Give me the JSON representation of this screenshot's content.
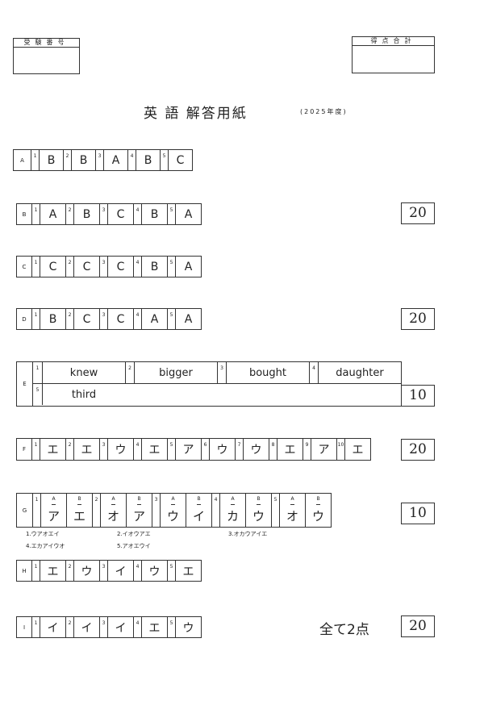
{
  "header": {
    "exam_number_label": "受験番号",
    "total_score_label": "得点合計",
    "title": "英 語 解答用紙",
    "year": "(2025年度)"
  },
  "sections": [
    {
      "label": "A",
      "answers": [
        "B",
        "B",
        "A",
        "B",
        "C"
      ]
    },
    {
      "label": "B",
      "answers": [
        "A",
        "B",
        "C",
        "B",
        "A"
      ]
    },
    {
      "label": "C",
      "answers": [
        "C",
        "C",
        "C",
        "B",
        "A"
      ]
    },
    {
      "label": "D",
      "answers": [
        "B",
        "C",
        "C",
        "A",
        "A"
      ]
    },
    {
      "label": "E",
      "answers": [
        "knew",
        "bigger",
        "bought",
        "daughter",
        "third"
      ]
    },
    {
      "label": "F",
      "answers": [
        "エ",
        "エ",
        "ウ",
        "エ",
        "ア",
        "ウ",
        "ウ",
        "エ",
        "ア",
        "エ"
      ]
    },
    {
      "label": "G",
      "sub_labels": [
        "A",
        "B"
      ],
      "answers": [
        [
          "ア",
          "エ"
        ],
        [
          "オ",
          "ア"
        ],
        [
          "ウ",
          "イ"
        ],
        [
          "カ",
          "ウ"
        ],
        [
          "オ",
          "ウ"
        ]
      ],
      "notes": [
        "1.ウアオエイ",
        "2.イオウアエ",
        "3.オカウアイエ",
        "4.エカアイウオ",
        "5.アオエウイ"
      ]
    },
    {
      "label": "H",
      "answers": [
        "エ",
        "ウ",
        "イ",
        "ウ",
        "エ"
      ]
    },
    {
      "label": "I",
      "answers": [
        "イ",
        "イ",
        "イ",
        "エ",
        "ウ"
      ]
    }
  ],
  "scores": {
    "B": "20",
    "D": "20",
    "E": "10",
    "F": "20",
    "G": "10",
    "I": "20"
  },
  "all_points_note": "全て2点"
}
